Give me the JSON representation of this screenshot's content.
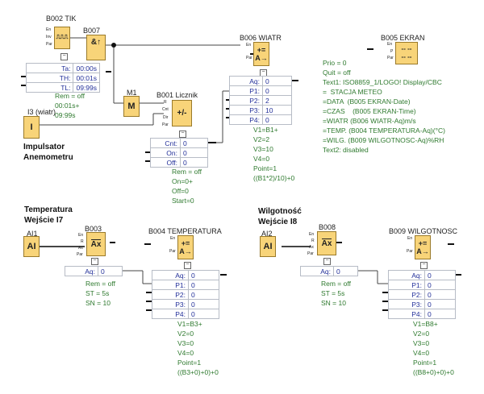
{
  "colors": {
    "block": "#f8d479",
    "note": "#2f7a2f",
    "param": "#23309a"
  },
  "blocks": {
    "b002": {
      "title": "B002 TIK",
      "symbol": "⎍⎍⎍",
      "pins": [
        "En",
        "Inv",
        "Par"
      ],
      "params": [
        {
          "k": "Ta:",
          "v": "00:00s"
        },
        {
          "k": "TH:",
          "v": "00:01s"
        },
        {
          "k": "TL:",
          "v": "09:99s"
        }
      ],
      "notes": "Rem = off\n00:01s+\n09:99s"
    },
    "b007": {
      "title": "B007",
      "symbol": "&↑"
    },
    "m1": {
      "title": "M1",
      "symbol": "M"
    },
    "b001": {
      "title": "B001 Licznik",
      "symbol": "+/-",
      "pins": [
        "R",
        "Cnt",
        "Dir",
        "Par"
      ],
      "params": [
        {
          "k": "Cnt:",
          "v": "0"
        },
        {
          "k": "On:",
          "v": "0"
        },
        {
          "k": "Off:",
          "v": "0"
        }
      ],
      "notes": "Rem = off\nOn=0+\nOff=0\nStart=0"
    },
    "i3": {
      "title": "I3  (wiatr)",
      "symbol": "I",
      "label": "Impulsator\nAnemometru"
    },
    "b006": {
      "title": "B006 WIATR",
      "symbol": "+=\nA→",
      "pins": [
        "En",
        "Par"
      ],
      "params": [
        {
          "k": "Aq:",
          "v": "0"
        },
        {
          "k": "P1:",
          "v": "0"
        },
        {
          "k": "P2:",
          "v": "2"
        },
        {
          "k": "P3:",
          "v": "10"
        },
        {
          "k": "P4:",
          "v": "0"
        }
      ],
      "notes": "V1=B1+\nV2=2\nV3=10\nV4=0\nPoint=1\n((B1*2)/10)+0"
    },
    "b005": {
      "title": "B005 EKRAN",
      "pins": [
        "En",
        "P",
        "Par"
      ],
      "notes": "Prio = 0\nQuit = off\nText1: ISO8859_1/LOGO! Display/CBC\n=  STACJA METEO\n=DATA  (B005 EKRAN-Date)\n=CZAS    (B005 EKRAN-Time)\n=WIATR (B006 WIATR-Aq)m/s\n=TEMP. (B004 TEMPERATURA-Aq)(°C)\n=WILG. (B009 WILGOTNOSC-Aq)%RH\nText2: disabled"
    },
    "ai1": {
      "title": "AI1",
      "symbol": "AI",
      "heading": "Temperatura\nWejście I7"
    },
    "b003": {
      "title": "B003",
      "symbol": "Ax",
      "pins": [
        "En",
        "R",
        "Ax",
        "Par"
      ],
      "params": [
        {
          "k": "Aq:",
          "v": "0"
        }
      ],
      "notes": "Rem = off\nST = 5s\nSN = 10"
    },
    "b004": {
      "title": "B004 TEMPERATURA",
      "symbol": "+=\nA→",
      "pins": [
        "En",
        "Par"
      ],
      "params": [
        {
          "k": "Aq:",
          "v": "0"
        },
        {
          "k": "P1:",
          "v": "0"
        },
        {
          "k": "P2:",
          "v": "0"
        },
        {
          "k": "P3:",
          "v": "0"
        },
        {
          "k": "P4:",
          "v": "0"
        }
      ],
      "notes": "V1=B3+\nV2=0\nV3=0\nV4=0\nPoint=1\n((B3+0)+0)+0"
    },
    "ai2": {
      "title": "AI2",
      "symbol": "AI",
      "heading": "Wilgotność\nWejście I8"
    },
    "b008": {
      "title": "B008",
      "symbol": "Ax",
      "pins": [
        "En",
        "R",
        "Ax",
        "Par"
      ],
      "params": [
        {
          "k": "Aq:",
          "v": "0"
        }
      ],
      "notes": "Rem = off\nST = 5s\nSN = 10"
    },
    "b009": {
      "title": "B009 WILGOTNOSC",
      "symbol": "+=\nA→",
      "pins": [
        "En",
        "Par"
      ],
      "params": [
        {
          "k": "Aq:",
          "v": "0"
        },
        {
          "k": "P1:",
          "v": "0"
        },
        {
          "k": "P2:",
          "v": "0"
        },
        {
          "k": "P3:",
          "v": "0"
        },
        {
          "k": "P4:",
          "v": "0"
        }
      ],
      "notes": "V1=B8+\nV2=0\nV3=0\nV4=0\nPoint=1\n((B8+0)+0)+0"
    }
  }
}
